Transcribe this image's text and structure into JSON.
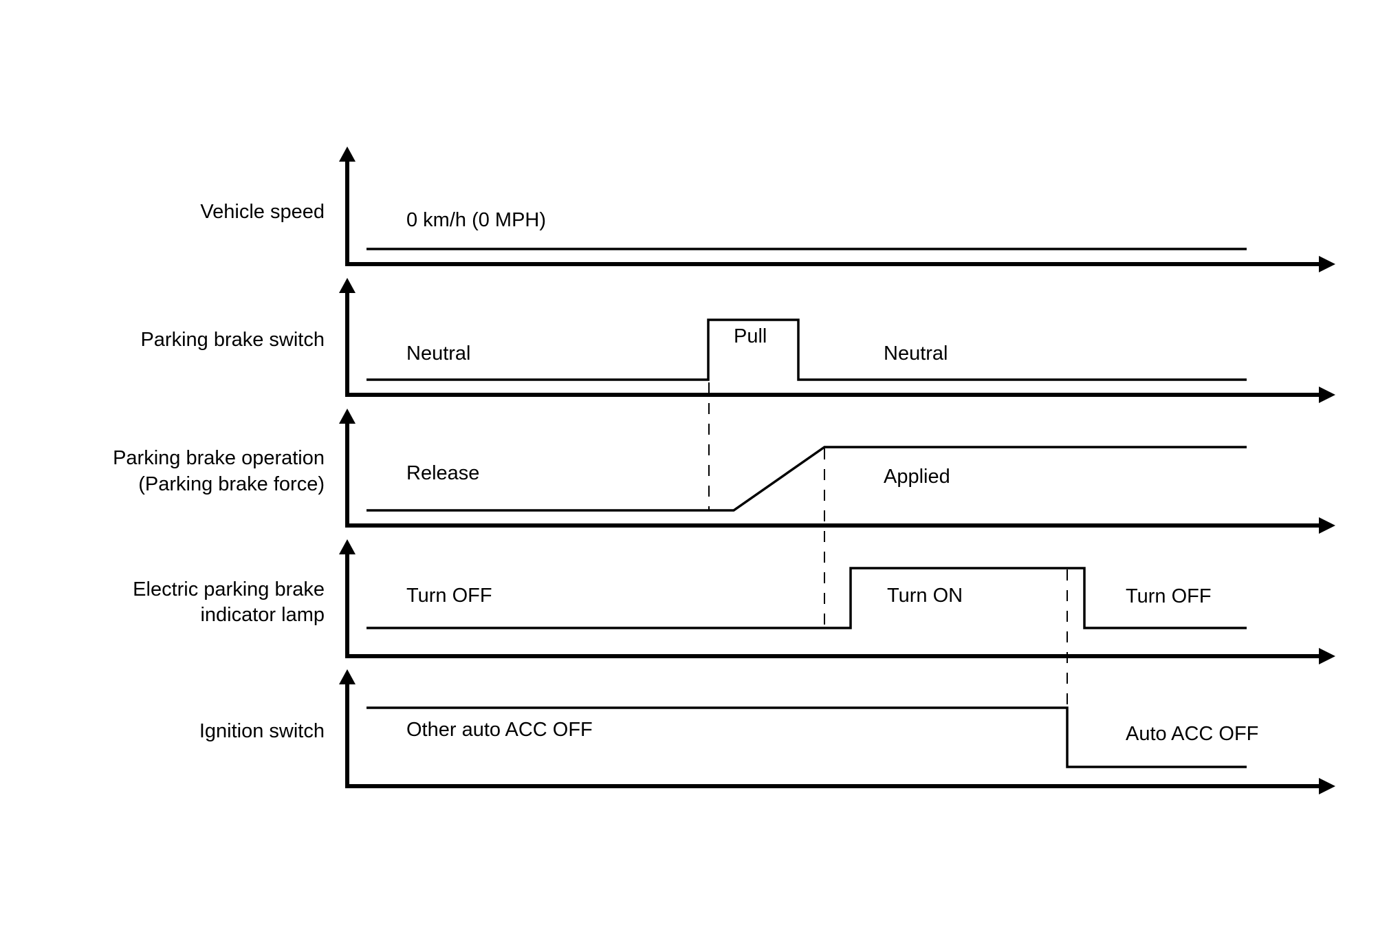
{
  "diagram": {
    "title": "Electric parking brake timing chart",
    "rows": [
      {
        "id": "vehicle-speed",
        "label_lines": [
          "Vehicle speed"
        ],
        "states": [
          {
            "text": "0 km/h (0 MPH)",
            "segment": "left"
          }
        ]
      },
      {
        "id": "parking-brake-switch",
        "label_lines": [
          "Parking brake switch"
        ],
        "states": [
          {
            "text": "Neutral",
            "segment": "left"
          },
          {
            "text": "Pull",
            "segment": "pulse"
          },
          {
            "text": "Neutral",
            "segment": "right"
          }
        ]
      },
      {
        "id": "parking-brake-operation",
        "label_lines": [
          "Parking brake operation",
          "(Parking brake force)"
        ],
        "states": [
          {
            "text": "Release",
            "segment": "left"
          },
          {
            "text": "Applied",
            "segment": "right"
          }
        ]
      },
      {
        "id": "indicator-lamp",
        "label_lines": [
          "Electric parking brake",
          "indicator lamp"
        ],
        "states": [
          {
            "text": "Turn OFF",
            "segment": "left"
          },
          {
            "text": "Turn ON",
            "segment": "pulse"
          },
          {
            "text": "Turn OFF",
            "segment": "right"
          }
        ]
      },
      {
        "id": "ignition-switch",
        "label_lines": [
          "Ignition switch"
        ],
        "states": [
          {
            "text": "Other auto ACC OFF",
            "segment": "left"
          },
          {
            "text": "Auto ACC OFF",
            "segment": "right"
          }
        ]
      }
    ],
    "colors": {
      "line": "#000000",
      "background": "#ffffff"
    }
  }
}
